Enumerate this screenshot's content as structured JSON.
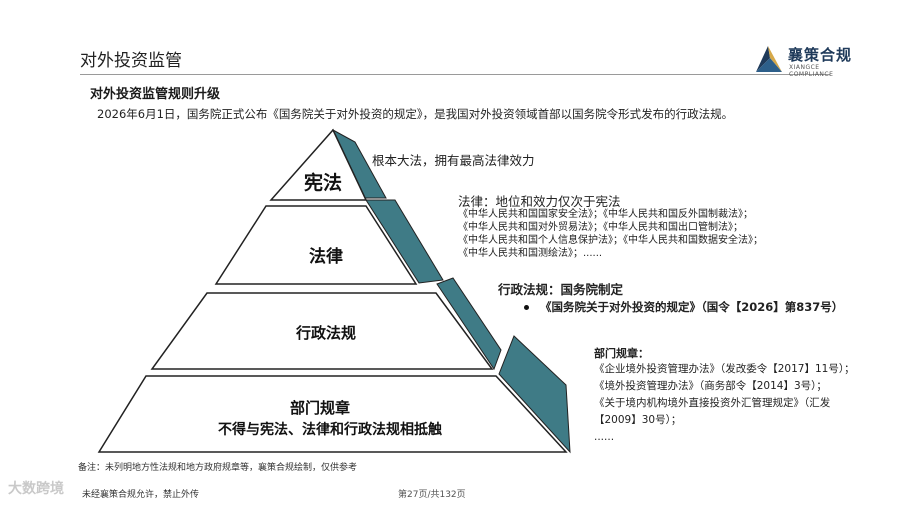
{
  "header": {
    "title": "对外投资监管",
    "logo_cn": "襄策合规",
    "logo_en": "XIANGCE COMPLIANCE"
  },
  "section": {
    "title": "对外投资监管规则升级",
    "intro": "2026年6月1日，国务院正式公布《国务院关于对外投资的规定》，是我国对外投资领域首部以国务院令形式发布的行政法规。"
  },
  "pyramid": {
    "level1": "宪法",
    "level2": "法律",
    "level3": "行政法规",
    "level4_line1": "部门规章",
    "level4_line2": "不得与宪法、法律和行政法规相抵触"
  },
  "notes": {
    "constitution": "根本大法，拥有最高法律效力",
    "law_title": "法律：地位和效力仅次于宪法",
    "law_lines": [
      "《中华人民共和国国家安全法》；《中华人民共和国反外国制裁法》；",
      "《中华人民共和国对外贸易法》；《中华人民共和国出口管制法》；",
      "《中华人民共和国个人信息保护法》；《中华人民共和国数据安全法》；",
      "《中华人民共和国测绘法》；......"
    ],
    "admin_title": "行政法规：国务院制定",
    "admin_item": "《国务院关于对外投资的规定》（国令【2026】第837号）",
    "dept_title": "部门规章：",
    "dept_lines": [
      "《企业境外投资管理办法》（发改委令【2017】11号）；",
      "《境外投资管理办法》（商务部令【2014】3号）；",
      "《关于境内机构境外直接投资外汇管理规定》（汇发",
      "【2009】30号）；",
      "......"
    ]
  },
  "footer": {
    "footnote": "备注：未列明地方性法规和地方政府规章等，襄策合规绘制，仅供参考",
    "left": "未经襄策合规允许，禁止外传",
    "page": "第27页/共132页",
    "watermark": "大数跨境"
  },
  "colors": {
    "teal": "#3f7b86",
    "face": "#ffffff",
    "outline": "#222222",
    "brand": "#1f3a5a"
  }
}
